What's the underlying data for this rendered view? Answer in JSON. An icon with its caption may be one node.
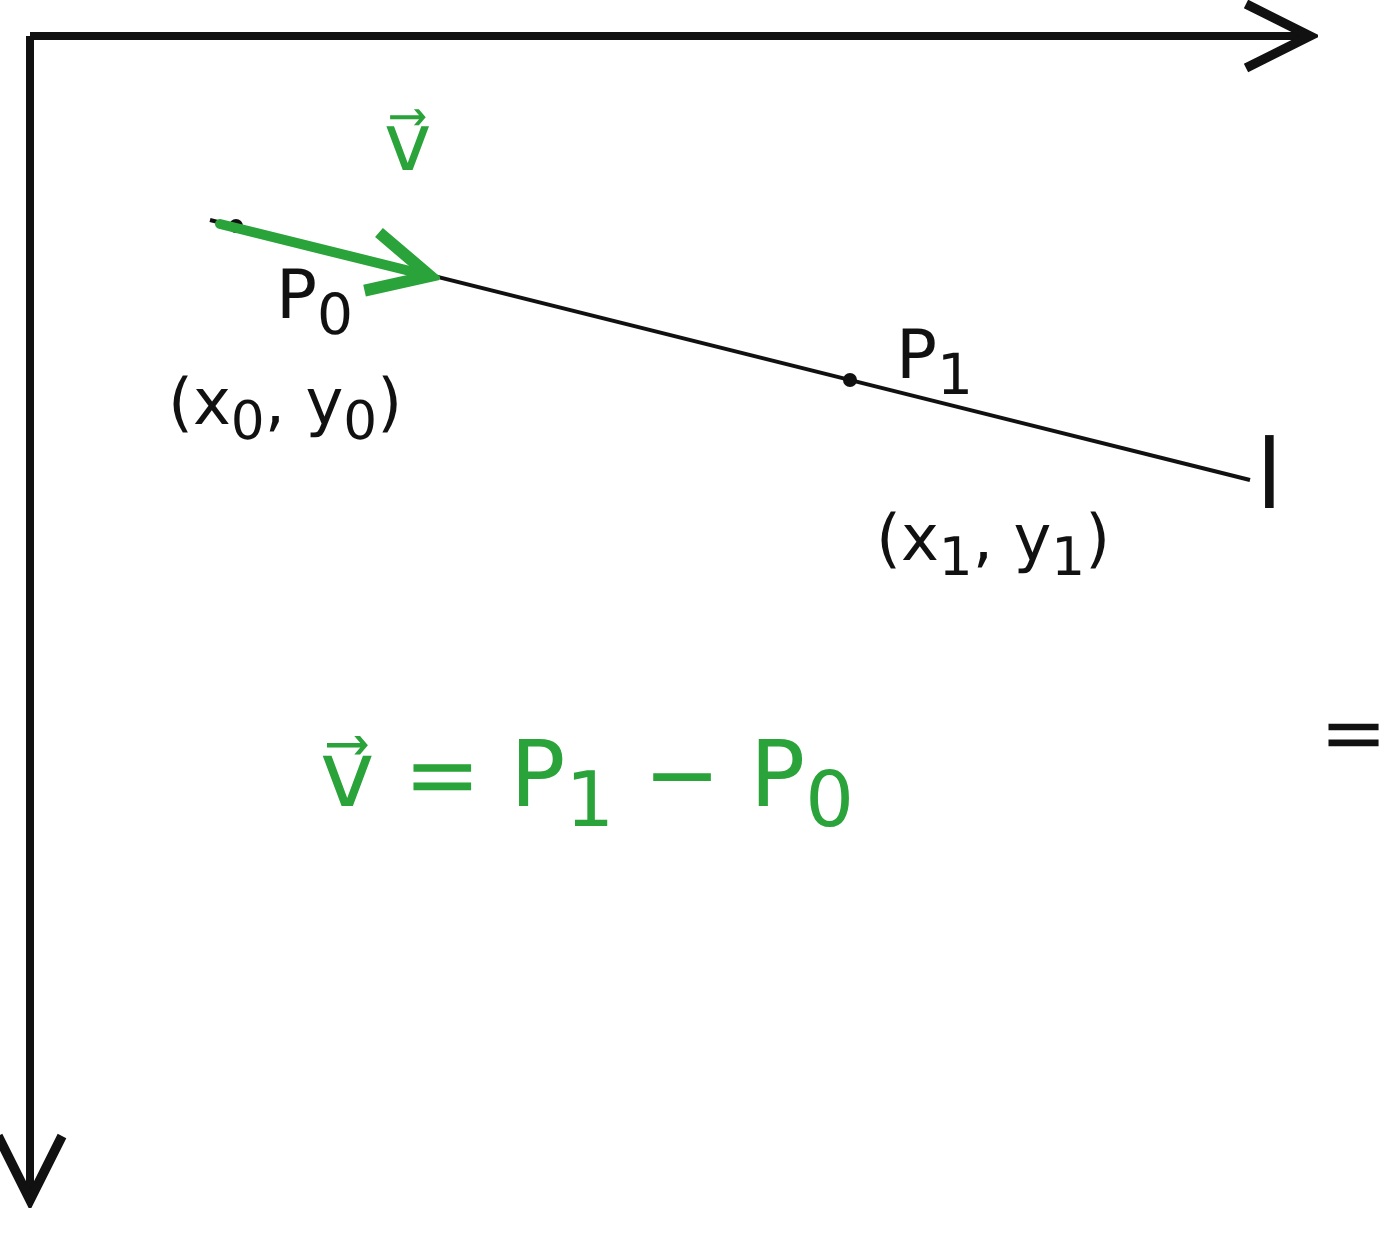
{
  "diagram": {
    "labels": [
      "v⃗",
      "P$_{0}$",
      "(x$_{0}$, y$_{0}$)",
      "P$_{1}$",
      "l",
      "(x$_{1}$, y$_{1}$)",
      "=",
      "v⃗ = P$_{1}$ − P$_{0}$"
    ]
  }
}
